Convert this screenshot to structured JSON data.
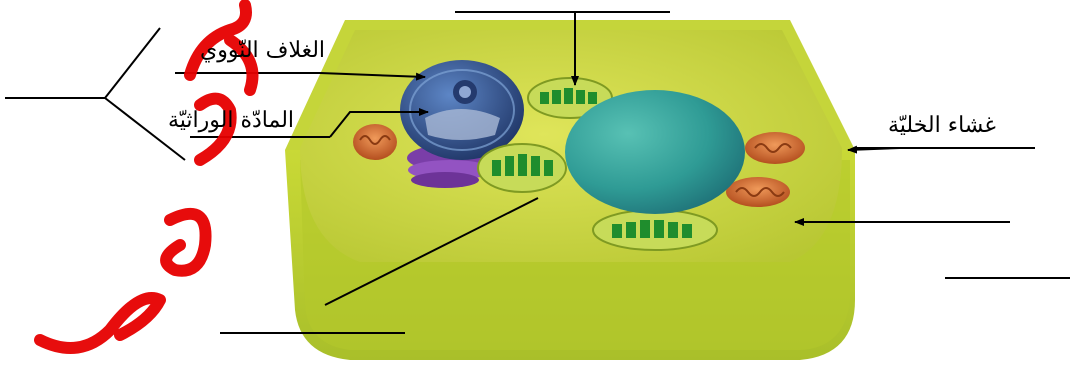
{
  "labels": {
    "nuclear_envelope": "الغلاف النّووي",
    "genetic_material": "المادّة الوراثيّة",
    "cell_membrane": "غشاء الخليّة"
  },
  "colors": {
    "cell_wall": "#bccf2f",
    "cytoplasm": "#d8de4a",
    "vacuole": "#2f9b95",
    "nucleus": "#2e4f86",
    "chloroplast_green": "#1f8d2d",
    "mitochondria": "#d46a2d",
    "watermark": "#e60000"
  },
  "watermark": {
    "text": "حمدي"
  }
}
